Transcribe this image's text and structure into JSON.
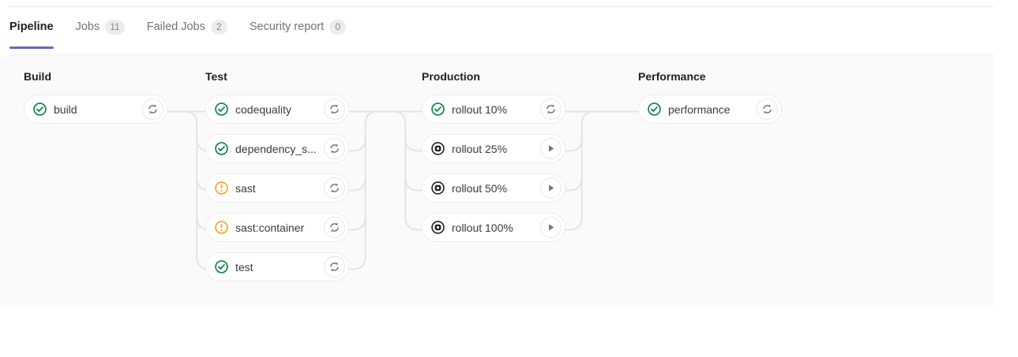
{
  "tabs": [
    {
      "label": "Pipeline",
      "badge": null,
      "active": true,
      "name": "tab-pipeline"
    },
    {
      "label": "Jobs",
      "badge": "11",
      "active": false,
      "name": "tab-jobs"
    },
    {
      "label": "Failed Jobs",
      "badge": "2",
      "active": false,
      "name": "tab-failed-jobs"
    },
    {
      "label": "Security report",
      "badge": "0",
      "active": false,
      "name": "tab-security-report"
    }
  ],
  "colors": {
    "accent": "#6666c4",
    "success": "#108548",
    "warning": "#ab6100",
    "warning_icon": "#f5a623",
    "manual": "#1f1e24",
    "panel_bg": "#fafafa",
    "card_border": "#ececef",
    "connector": "#e4e4e4"
  },
  "pipeline": {
    "stages": [
      {
        "title": "Build",
        "name": "stage-build",
        "jobs": [
          {
            "name": "build",
            "status": "success",
            "status_icon": "status-success-icon",
            "action": "retry",
            "action_icon": "retry-icon"
          }
        ]
      },
      {
        "title": "Test",
        "name": "stage-test",
        "jobs": [
          {
            "name": "codequality",
            "status": "success",
            "status_icon": "status-success-icon",
            "action": "retry",
            "action_icon": "retry-icon"
          },
          {
            "name": "dependency_s...",
            "status": "success",
            "status_icon": "status-success-icon",
            "action": "retry",
            "action_icon": "retry-icon"
          },
          {
            "name": "sast",
            "status": "warning",
            "status_icon": "status-warning-icon",
            "action": "retry",
            "action_icon": "retry-icon"
          },
          {
            "name": "sast:container",
            "status": "warning",
            "status_icon": "status-warning-icon",
            "action": "retry",
            "action_icon": "retry-icon"
          },
          {
            "name": "test",
            "status": "success",
            "status_icon": "status-success-icon",
            "action": "retry",
            "action_icon": "retry-icon"
          }
        ]
      },
      {
        "title": "Production",
        "name": "stage-production",
        "jobs": [
          {
            "name": "rollout 10%",
            "status": "success",
            "status_icon": "status-success-icon",
            "action": "retry",
            "action_icon": "retry-icon"
          },
          {
            "name": "rollout 25%",
            "status": "manual",
            "status_icon": "status-manual-icon",
            "action": "play",
            "action_icon": "play-icon"
          },
          {
            "name": "rollout 50%",
            "status": "manual",
            "status_icon": "status-manual-icon",
            "action": "play",
            "action_icon": "play-icon"
          },
          {
            "name": "rollout 100%",
            "status": "manual",
            "status_icon": "status-manual-icon",
            "action": "play",
            "action_icon": "play-icon"
          }
        ]
      },
      {
        "title": "Performance",
        "name": "stage-performance",
        "jobs": [
          {
            "name": "performance",
            "status": "success",
            "status_icon": "status-success-icon",
            "action": "retry",
            "action_icon": "retry-icon"
          }
        ]
      }
    ]
  }
}
